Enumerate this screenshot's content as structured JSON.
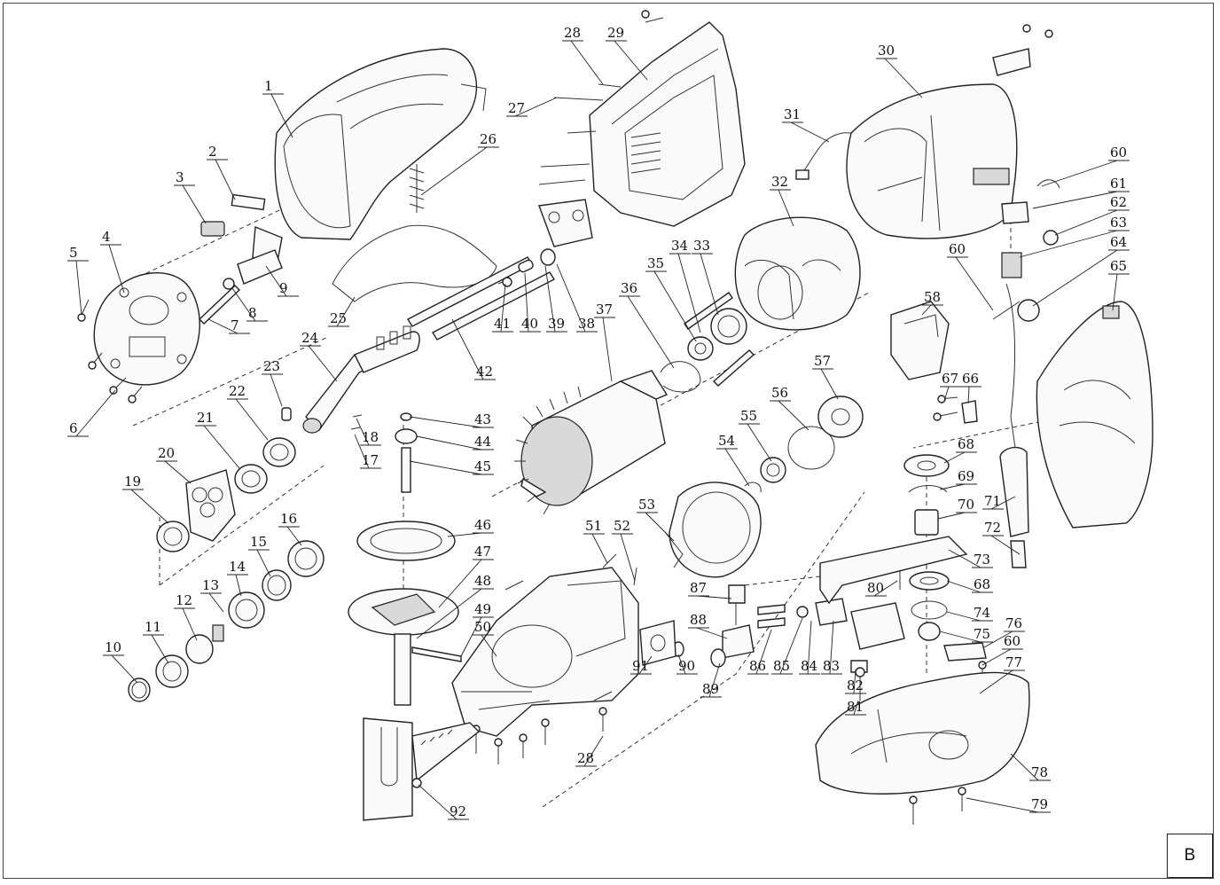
{
  "corner_tag": "B",
  "parts": [
    {
      "id": "p1",
      "label": "1"
    },
    {
      "id": "p2",
      "label": "2"
    },
    {
      "id": "p3",
      "label": "3"
    },
    {
      "id": "p4",
      "label": "4"
    },
    {
      "id": "p5",
      "label": "5"
    },
    {
      "id": "p6",
      "label": "6"
    },
    {
      "id": "p7",
      "label": "7"
    },
    {
      "id": "p8",
      "label": "8"
    },
    {
      "id": "p9",
      "label": "9"
    },
    {
      "id": "p10",
      "label": "10"
    },
    {
      "id": "p11",
      "label": "11"
    },
    {
      "id": "p12",
      "label": "12"
    },
    {
      "id": "p13",
      "label": "13"
    },
    {
      "id": "p14",
      "label": "14"
    },
    {
      "id": "p15",
      "label": "15"
    },
    {
      "id": "p16",
      "label": "16"
    },
    {
      "id": "p17",
      "label": "17"
    },
    {
      "id": "p18",
      "label": "18"
    },
    {
      "id": "p19",
      "label": "19"
    },
    {
      "id": "p20",
      "label": "20"
    },
    {
      "id": "p21",
      "label": "21"
    },
    {
      "id": "p22",
      "label": "22"
    },
    {
      "id": "p23",
      "label": "23"
    },
    {
      "id": "p24",
      "label": "24"
    },
    {
      "id": "p25",
      "label": "25"
    },
    {
      "id": "p26",
      "label": "26"
    },
    {
      "id": "p27",
      "label": "27"
    },
    {
      "id": "p28a",
      "label": "28"
    },
    {
      "id": "p29",
      "label": "29"
    },
    {
      "id": "p30",
      "label": "30"
    },
    {
      "id": "p31",
      "label": "31"
    },
    {
      "id": "p32",
      "label": "32"
    },
    {
      "id": "p33",
      "label": "33"
    },
    {
      "id": "p34",
      "label": "34"
    },
    {
      "id": "p35",
      "label": "35"
    },
    {
      "id": "p36",
      "label": "36"
    },
    {
      "id": "p37",
      "label": "37"
    },
    {
      "id": "p38",
      "label": "38"
    },
    {
      "id": "p39",
      "label": "39"
    },
    {
      "id": "p40",
      "label": "40"
    },
    {
      "id": "p41",
      "label": "41"
    },
    {
      "id": "p42",
      "label": "42"
    },
    {
      "id": "p43",
      "label": "43"
    },
    {
      "id": "p44",
      "label": "44"
    },
    {
      "id": "p45",
      "label": "45"
    },
    {
      "id": "p46",
      "label": "46"
    },
    {
      "id": "p47",
      "label": "47"
    },
    {
      "id": "p48",
      "label": "48"
    },
    {
      "id": "p49",
      "label": "49"
    },
    {
      "id": "p50",
      "label": "50"
    },
    {
      "id": "p51",
      "label": "51"
    },
    {
      "id": "p52",
      "label": "52"
    },
    {
      "id": "p53",
      "label": "53"
    },
    {
      "id": "p54",
      "label": "54"
    },
    {
      "id": "p55",
      "label": "55"
    },
    {
      "id": "p56",
      "label": "56"
    },
    {
      "id": "p57",
      "label": "57"
    },
    {
      "id": "p58",
      "label": "58"
    },
    {
      "id": "p60a",
      "label": "60"
    },
    {
      "id": "p60b",
      "label": "60"
    },
    {
      "id": "p60c",
      "label": "60"
    },
    {
      "id": "p61",
      "label": "61"
    },
    {
      "id": "p62",
      "label": "62"
    },
    {
      "id": "p63",
      "label": "63"
    },
    {
      "id": "p64",
      "label": "64"
    },
    {
      "id": "p65",
      "label": "65"
    },
    {
      "id": "p66",
      "label": "66"
    },
    {
      "id": "p67",
      "label": "67"
    },
    {
      "id": "p68a",
      "label": "68"
    },
    {
      "id": "p68b",
      "label": "68"
    },
    {
      "id": "p69",
      "label": "69"
    },
    {
      "id": "p70",
      "label": "70"
    },
    {
      "id": "p71",
      "label": "71"
    },
    {
      "id": "p72",
      "label": "72"
    },
    {
      "id": "p73",
      "label": "73"
    },
    {
      "id": "p74",
      "label": "74"
    },
    {
      "id": "p75",
      "label": "75"
    },
    {
      "id": "p76",
      "label": "76"
    },
    {
      "id": "p77",
      "label": "77"
    },
    {
      "id": "p78",
      "label": "78"
    },
    {
      "id": "p79",
      "label": "79"
    },
    {
      "id": "p80",
      "label": "80"
    },
    {
      "id": "p81",
      "label": "81"
    },
    {
      "id": "p82",
      "label": "82"
    },
    {
      "id": "p83",
      "label": "83"
    },
    {
      "id": "p84",
      "label": "84"
    },
    {
      "id": "p85",
      "label": "85"
    },
    {
      "id": "p86",
      "label": "86"
    },
    {
      "id": "p87",
      "label": "87"
    },
    {
      "id": "p88",
      "label": "88"
    },
    {
      "id": "p89",
      "label": "89"
    },
    {
      "id": "p90",
      "label": "90"
    },
    {
      "id": "p91",
      "label": "91"
    },
    {
      "id": "p92",
      "label": "92"
    },
    {
      "id": "p28b",
      "label": "28"
    }
  ]
}
